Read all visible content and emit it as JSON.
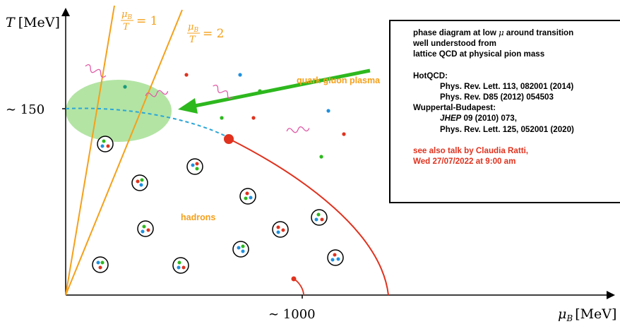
{
  "axes": {
    "y_label_symbol": "T",
    "y_label_unit": "[MeV]",
    "x_label_symbol": "μ",
    "x_label_sub": "B",
    "x_label_unit": "[MeV]",
    "y_tick": "∼ 150",
    "x_tick": "∼ 1000"
  },
  "lines": {
    "ratio1": {
      "num": "μ",
      "sub": "B",
      "den": "T",
      "val": "= 1"
    },
    "ratio2": {
      "num": "μ",
      "sub": "B",
      "den": "T",
      "val": "= 2"
    }
  },
  "regions": {
    "qgp": "quark gluon plasma",
    "hadrons": "hadrons"
  },
  "colors": {
    "orange": "#f5a01a",
    "red": "#e0321e",
    "green": "#2db81e",
    "blue": "#1e90e0",
    "ellipse": "#9fdc8c",
    "crossover": "#29a6d8"
  },
  "references": {
    "line1_pre": "phase diagram at low ",
    "line1_mu": "μ",
    "line1_post": " around transition",
    "line2": "well understood from",
    "line3": "lattice QCD at physical pion mass",
    "hotqcd": "HotQCD:",
    "hotqcd_ref1": "Phys. Rev. Lett. 113, 082001 (2014)",
    "hotqcd_ref2": "Phys. Rev. D85 (2012) 054503",
    "wb": "Wuppertal-Budapest:",
    "wb_ref1_journal": "JHEP",
    "wb_ref1_rest": " 09 (2010) 073,",
    "wb_ref2": "Phys. Rev. Lett. 125, 052001 (2020)",
    "talk1": "see also talk by Claudia Ratti,",
    "talk2": "Wed 27/07/2022 at 9:00 am"
  }
}
